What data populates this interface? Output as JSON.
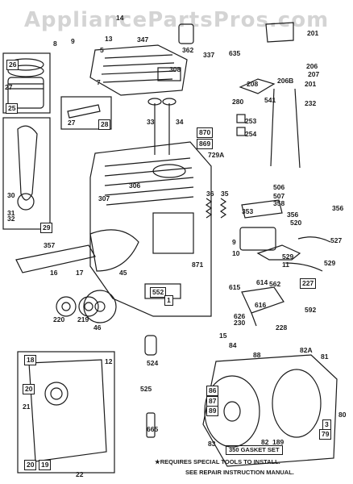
{
  "watermark": "AppliancePartsPros.com",
  "colors": {
    "ink": "#1a1a1a",
    "paper": "#ffffff",
    "watermark": "#a0a0a0"
  },
  "callouts": [
    "14",
    "201",
    "8",
    "9",
    "13",
    "5",
    "347",
    "362",
    "337",
    "635",
    "206",
    "207",
    "206B",
    "26",
    "27",
    "25",
    "308",
    "7",
    "208",
    "201",
    "280",
    "541",
    "232",
    "27",
    "28",
    "33",
    "34",
    "870",
    "869",
    "253",
    "254",
    "729A",
    "306",
    "307",
    "30",
    "31",
    "32",
    "29",
    "36",
    "35",
    "506",
    "507",
    "358",
    "356",
    "353",
    "356",
    "520",
    "357",
    "16",
    "17",
    "45",
    "871",
    "9",
    "10",
    "529",
    "527",
    "529",
    "11",
    "552",
    "1",
    "615",
    "614",
    "562",
    "227",
    "616",
    "626",
    "230",
    "592",
    "228",
    "220",
    "219",
    "46",
    "15",
    "18",
    "12",
    "84",
    "88",
    "82A",
    "81",
    "20",
    "21",
    "524",
    "525",
    "86",
    "87",
    "89",
    "80",
    "665",
    "83",
    "3",
    "79",
    "82",
    "189",
    "20",
    "19",
    "22"
  ],
  "boxed": [
    "26",
    "25",
    "29",
    "28",
    "870",
    "869",
    "552",
    "1",
    "227",
    "18",
    "20",
    "19",
    "86",
    "87",
    "89",
    "3",
    "79"
  ],
  "notes": {
    "gasket_set": "350 GASKET SET",
    "special_tools": "★REQUIRES SPECIAL TOOLS TO INSTALL.",
    "repair_manual": "SEE REPAIR INSTRUCTION MANUAL."
  }
}
